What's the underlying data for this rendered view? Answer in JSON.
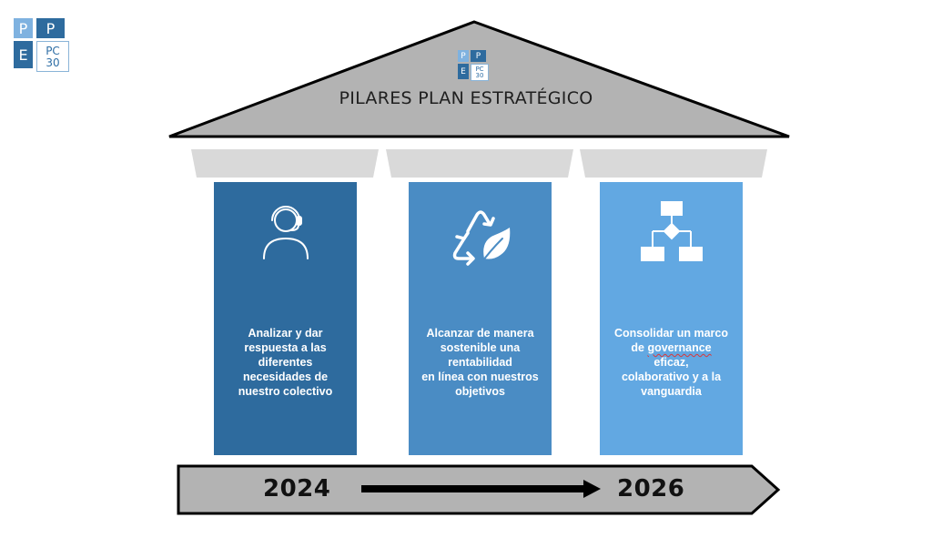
{
  "logo": {
    "p1": "P",
    "p2": "P",
    "e": "E",
    "pc": "PC",
    "num": "30"
  },
  "roof": {
    "title": "PILARES PLAN ESTRATÉGICO"
  },
  "pillars": [
    {
      "text": "Analizar y dar\nrespuesta a las\ndiferentes\nnecesidades de\nnuestro colectivo",
      "icon": "customer-support-icon",
      "color": "#2e6b9e"
    },
    {
      "text": "Alcanzar de manera\nsostenible una\nrentabilidad\nen línea con nuestros\nobjetivos",
      "icon": "recycle-leaf-icon",
      "color": "#4a8cc4"
    },
    {
      "text_before": "Consolidar un marco\nde ",
      "text_underlined": "governance",
      "text_after": "\neficaz,\ncolaborativo y a la\nvanguardia",
      "icon": "flowchart-icon",
      "color": "#62a8e2"
    }
  ],
  "timeline": {
    "start": "2024",
    "end": "2026"
  },
  "colors": {
    "roof": "#b3b3b3",
    "capital": "#d9d9d9",
    "timeline": "#b3b3b3"
  }
}
